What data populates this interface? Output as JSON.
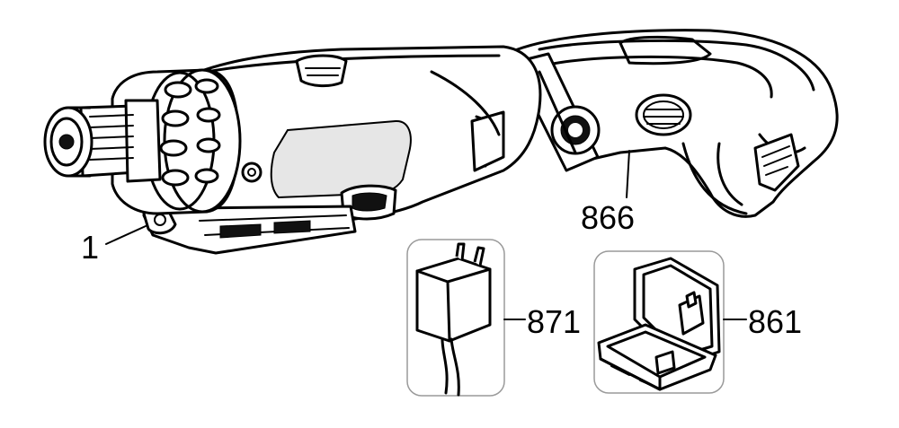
{
  "callouts": {
    "screwdriver": "1",
    "housing": "866",
    "charger": "871",
    "case": "861"
  }
}
